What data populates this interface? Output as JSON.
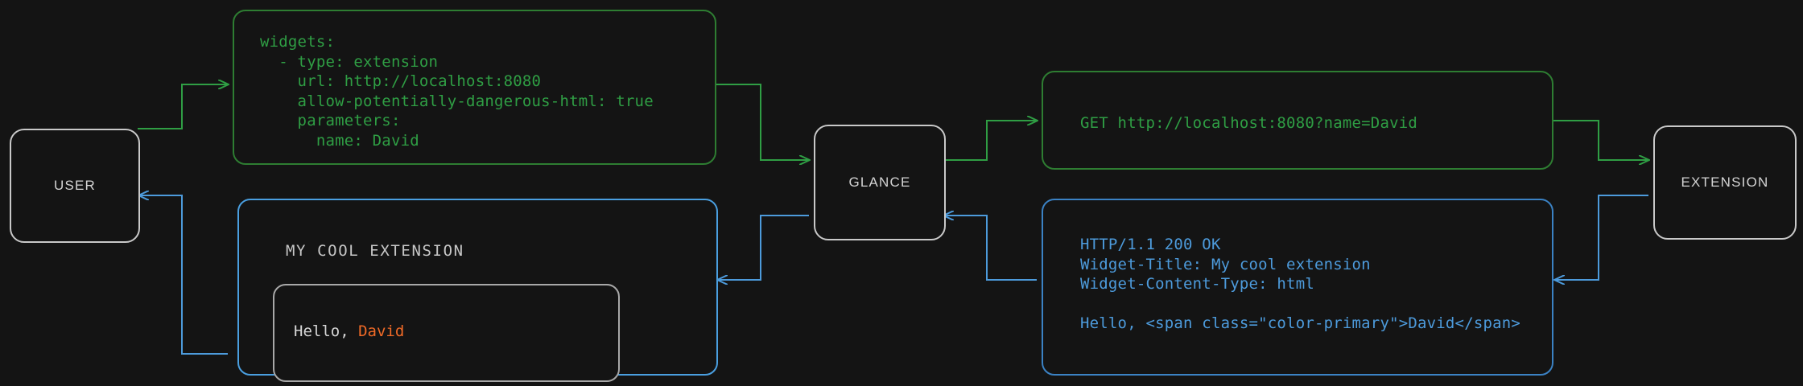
{
  "diagram": {
    "title": "glance extension widget request/response flow",
    "background": "#141414",
    "colors": {
      "node_border": "#c9c9c9",
      "node_label": "#d4d4d4",
      "request_green": "#2f9e44",
      "response_blue": "#4d9bdc",
      "accent_orange": "#f06a27"
    }
  },
  "nodes": {
    "user": {
      "label": "USER"
    },
    "glance": {
      "label": "GLANCE"
    },
    "extension": {
      "label": "EXTENSION"
    }
  },
  "boxes": {
    "yaml_config": {
      "color": "green",
      "lines": [
        "widgets:",
        "  - type: extension",
        "    url: http://localhost:8080",
        "    allow-potentially-dangerous-html: true",
        "    parameters:",
        "      name: David"
      ],
      "text": "widgets:\n  - type: extension\n    url: http://localhost:8080\n    allow-potentially-dangerous-html: true\n    parameters:\n      name: David"
    },
    "http_request": {
      "color": "green",
      "text": "GET http://localhost:8080?name=David"
    },
    "http_response": {
      "color": "blue",
      "lines": [
        "HTTP/1.1 200 OK",
        "Widget-Title: My cool extension",
        "Widget-Content-Type: html",
        "",
        "Hello, <span class=\"color-primary\">David</span>"
      ],
      "text": "HTTP/1.1 200 OK\nWidget-Title: My cool extension\nWidget-Content-Type: html\n\nHello, <span class=\"color-primary\">David</span>"
    },
    "rendered_widget": {
      "color": "blue",
      "title": "MY COOL EXTENSION",
      "body_prefix": "Hello, ",
      "body_name": "David"
    }
  },
  "edges": [
    {
      "name": "user-to-config",
      "color": "green",
      "direction": "right"
    },
    {
      "name": "config-to-glance",
      "color": "green",
      "direction": "right"
    },
    {
      "name": "glance-to-request",
      "color": "green",
      "direction": "right"
    },
    {
      "name": "request-to-extension",
      "color": "green",
      "direction": "right"
    },
    {
      "name": "extension-to-response",
      "color": "blue",
      "direction": "left"
    },
    {
      "name": "response-to-glance",
      "color": "blue",
      "direction": "left"
    },
    {
      "name": "glance-to-widget",
      "color": "blue",
      "direction": "left"
    },
    {
      "name": "widget-to-user",
      "color": "blue",
      "direction": "left"
    }
  ]
}
